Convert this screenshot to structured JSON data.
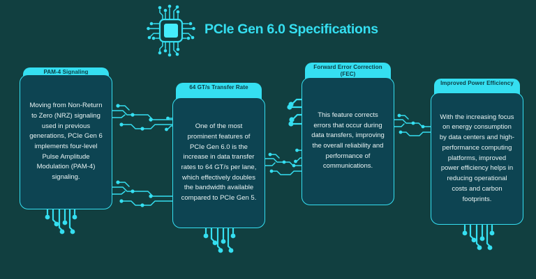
{
  "header": {
    "title": "PCIe Gen 6.0 Specifications",
    "icon": "circuit-chip-icon"
  },
  "colors": {
    "bg": "#113F40",
    "card-bg": "#0D4452",
    "accent": "#35DFF1",
    "accent-bright": "#45EDFB",
    "pill-text": "#0C3B43",
    "body-text": "#EAF4F4"
  },
  "cards": [
    {
      "header": "PAM-4 Signaling",
      "body": "Moving from Non-Return to Zero (NRZ) signaling used in previous generations, PCIe Gen 6 implements four-level Pulse Amplitude Modulation (PAM-4) signaling."
    },
    {
      "header": "64 GT/s Transfer Rate",
      "body": "One of the most prominent features of PCIe Gen 6.0 is the increase in data transfer rates to 64 GT/s per lane, which effectively doubles the bandwidth available compared to PCIe Gen 5."
    },
    {
      "header": "Forward Error Correction (FEC)",
      "body": "This feature corrects errors that occur during data transfers, improving the overall reliability and performance of communications."
    },
    {
      "header": "Improved Power Efficiency",
      "body": "With the increasing focus on energy consumption by data centers and high-performance computing platforms, improved power efficiency helps in reducing operational costs and carbon footprints."
    }
  ]
}
